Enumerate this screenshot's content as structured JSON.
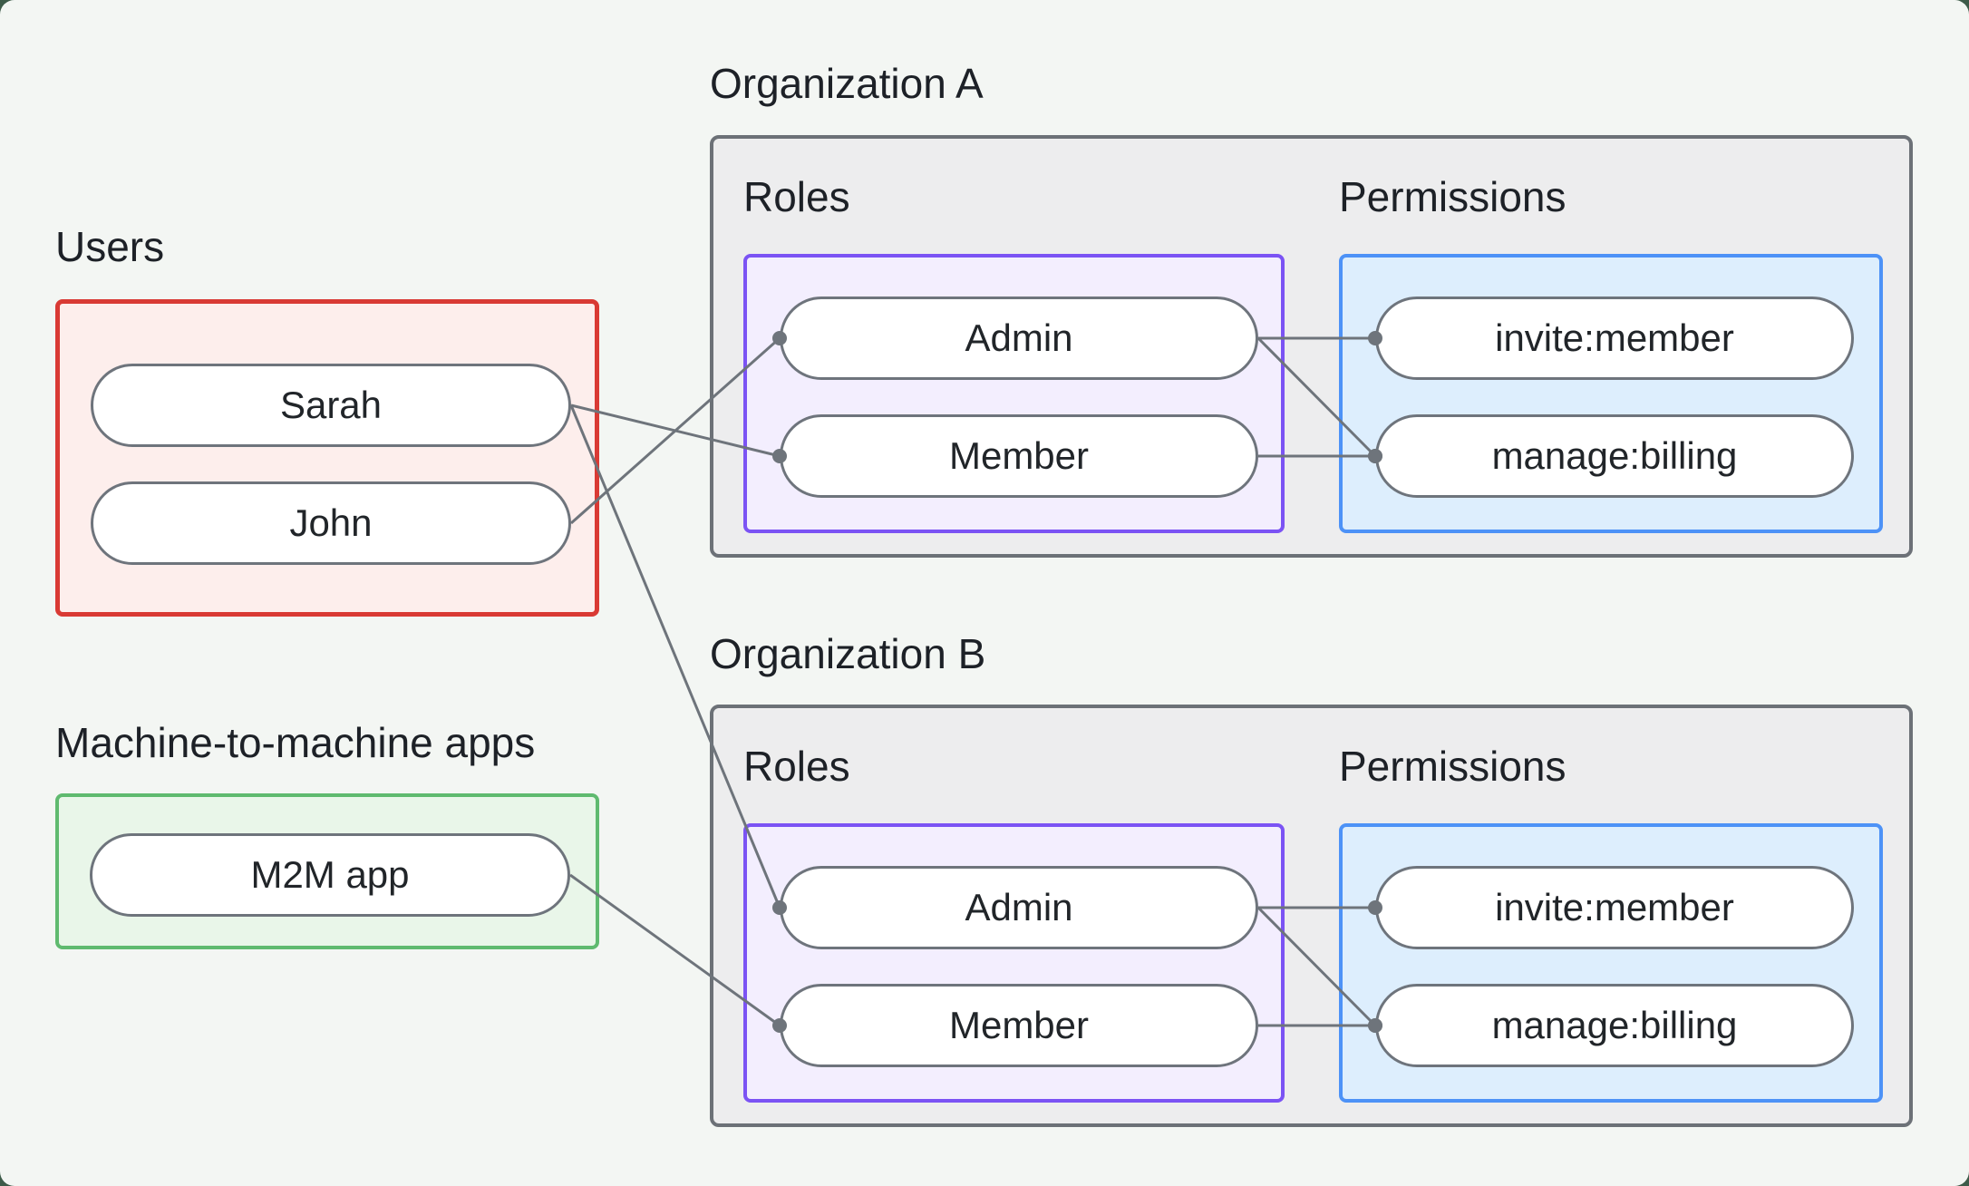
{
  "canvas": {
    "background": "#f3f6f3",
    "frame_background": "#3d5b49"
  },
  "users_group": {
    "label": "Users",
    "items": [
      "Sarah",
      "John"
    ],
    "border_color": "#d93a34",
    "fill_color": "#fdeeec"
  },
  "m2m_group": {
    "label": "Machine-to-machine apps",
    "items": [
      "M2M app"
    ],
    "border_color": "#5fba6f",
    "fill_color": "#e9f6e9"
  },
  "orgs": [
    {
      "title": "Organization A",
      "roles_label": "Roles",
      "permissions_label": "Permissions",
      "roles": [
        "Admin",
        "Member"
      ],
      "permissions": [
        "invite:member",
        "manage:billing"
      ],
      "roles_border_color": "#7b53f4",
      "permissions_border_color": "#4d92f7"
    },
    {
      "title": "Organization B",
      "roles_label": "Roles",
      "permissions_label": "Permissions",
      "roles": [
        "Admin",
        "Member"
      ],
      "permissions": [
        "invite:member",
        "manage:billing"
      ],
      "roles_border_color": "#7b53f4",
      "permissions_border_color": "#4d92f7"
    }
  ],
  "edges": [
    {
      "from": "user-sarah",
      "to": "orga-member"
    },
    {
      "from": "user-john",
      "to": "orga-admin"
    },
    {
      "from": "user-sarah",
      "to": "orgb-admin"
    },
    {
      "from": "m2m-app",
      "to": "orgb-member"
    },
    {
      "from": "orga-admin",
      "to": "orga-invite"
    },
    {
      "from": "orga-admin",
      "to": "orga-manage"
    },
    {
      "from": "orga-member",
      "to": "orga-manage"
    },
    {
      "from": "orgb-admin",
      "to": "orgb-invite"
    },
    {
      "from": "orgb-admin",
      "to": "orgb-manage"
    },
    {
      "from": "orgb-member",
      "to": "orgb-manage"
    }
  ],
  "edge_style": {
    "line_color": "#6e747b",
    "line_width": 3,
    "dot_radius": 8
  }
}
